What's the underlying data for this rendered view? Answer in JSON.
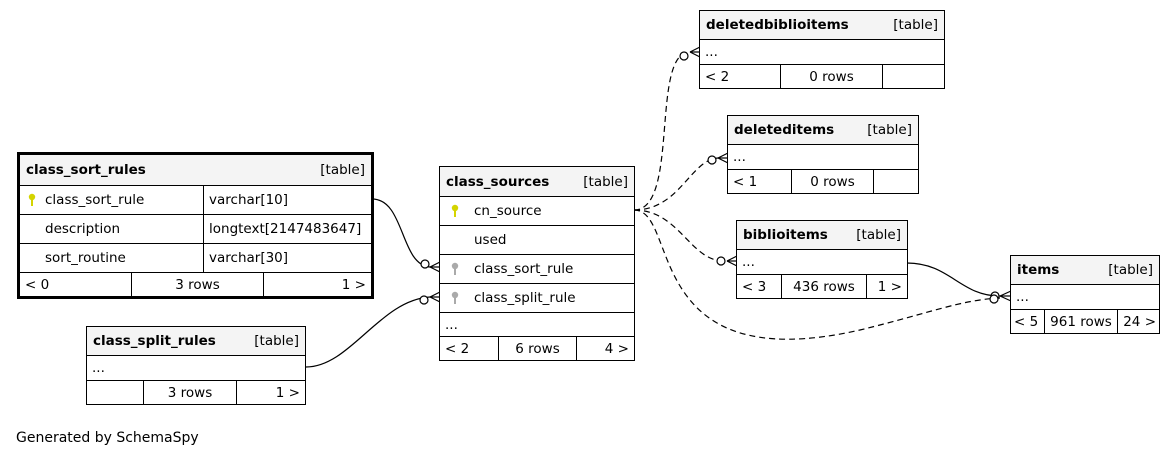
{
  "generated_by": "Generated by SchemaSpy",
  "tables": {
    "class_sort_rules": {
      "name": "class_sort_rules",
      "type": "[table]",
      "columns": [
        {
          "name": "class_sort_rule",
          "type": "varchar[10]",
          "key": "primary"
        },
        {
          "name": "description",
          "type": "longtext[2147483647]"
        },
        {
          "name": "sort_routine",
          "type": "varchar[30]"
        }
      ],
      "footer": {
        "parents": "< 0",
        "rows": "3 rows",
        "children": "1 >"
      }
    },
    "class_split_rules": {
      "name": "class_split_rules",
      "type": "[table]",
      "ellipsis": "...",
      "footer": {
        "parents": "",
        "rows": "3 rows",
        "children": "1 >"
      }
    },
    "class_sources": {
      "name": "class_sources",
      "type": "[table]",
      "columns": [
        {
          "name": "cn_source",
          "key": "primary"
        },
        {
          "name": "used"
        },
        {
          "name": "class_sort_rule",
          "key": "foreign"
        },
        {
          "name": "class_split_rule",
          "key": "foreign"
        }
      ],
      "ellipsis": "...",
      "footer": {
        "parents": "< 2",
        "rows": "6 rows",
        "children": "4 >"
      }
    },
    "deletedbiblioitems": {
      "name": "deletedbiblioitems",
      "type": "[table]",
      "ellipsis": "...",
      "footer": {
        "parents": "< 2",
        "rows": "0 rows",
        "children": ""
      }
    },
    "deleteditems": {
      "name": "deleteditems",
      "type": "[table]",
      "ellipsis": "...",
      "footer": {
        "parents": "< 1",
        "rows": "0 rows",
        "children": ""
      }
    },
    "biblioitems": {
      "name": "biblioitems",
      "type": "[table]",
      "ellipsis": "...",
      "footer": {
        "parents": "< 3",
        "rows": "436 rows",
        "children": "1 >"
      }
    },
    "items": {
      "name": "items",
      "type": "[table]",
      "ellipsis": "...",
      "footer": {
        "parents": "< 5",
        "rows": "961 rows",
        "children": "24 >"
      }
    }
  },
  "colors": {
    "primary_key": "#d4d400",
    "foreign_key": "#aaaaaa",
    "header_bg": "#f4f4f4"
  }
}
